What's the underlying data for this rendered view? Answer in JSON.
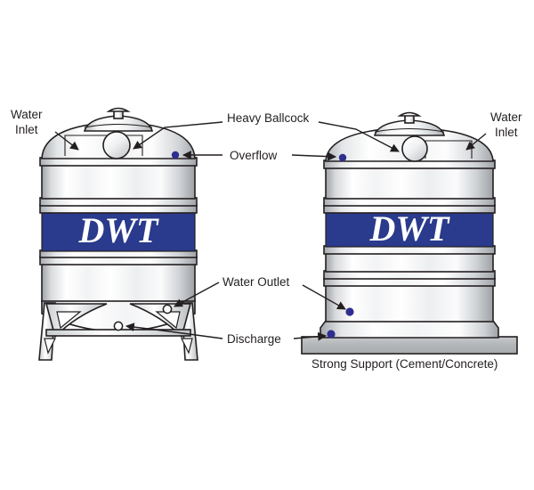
{
  "figure": {
    "title": "Water Tank Installation Diagram",
    "background_color": "#ffffff",
    "brand_text": "DWT",
    "brand_band_color": "#2a3a8c",
    "port_marker_color": "#2d2f8f",
    "outline_color": "#231f20",
    "metal_light": "#ffffff",
    "metal_mid": "#e8e9ea",
    "metal_shadow": "#b9bcbf",
    "concrete_color": "#b6b9bb"
  },
  "labels": {
    "water_inlet_left": "Water\nInlet",
    "water_inlet_left_line1": "Water",
    "water_inlet_left_line2": "Inlet",
    "water_inlet_right_line1": "Water",
    "water_inlet_right_line2": "Inlet",
    "heavy_ballcock": "Heavy Ballcock",
    "overflow": "Overflow",
    "water_outlet": "Water Outlet",
    "discharge": "Discharge",
    "strong_support": "Strong Support (Cement/Concrete)"
  },
  "tanks": [
    {
      "id": "left-tank",
      "name": "tank-on-stand-legs",
      "brand": "DWT",
      "base_type": "legs",
      "callouts": [
        "Water Inlet",
        "Heavy Ballcock",
        "Overflow",
        "Water Outlet",
        "Discharge"
      ]
    },
    {
      "id": "right-tank",
      "name": "tank-on-concrete-support",
      "brand": "DWT",
      "base_type": "concrete-slab",
      "callouts": [
        "Water Inlet",
        "Heavy Ballcock",
        "Overflow",
        "Water Outlet",
        "Discharge",
        "Strong Support (Cement/Concrete)"
      ]
    }
  ]
}
